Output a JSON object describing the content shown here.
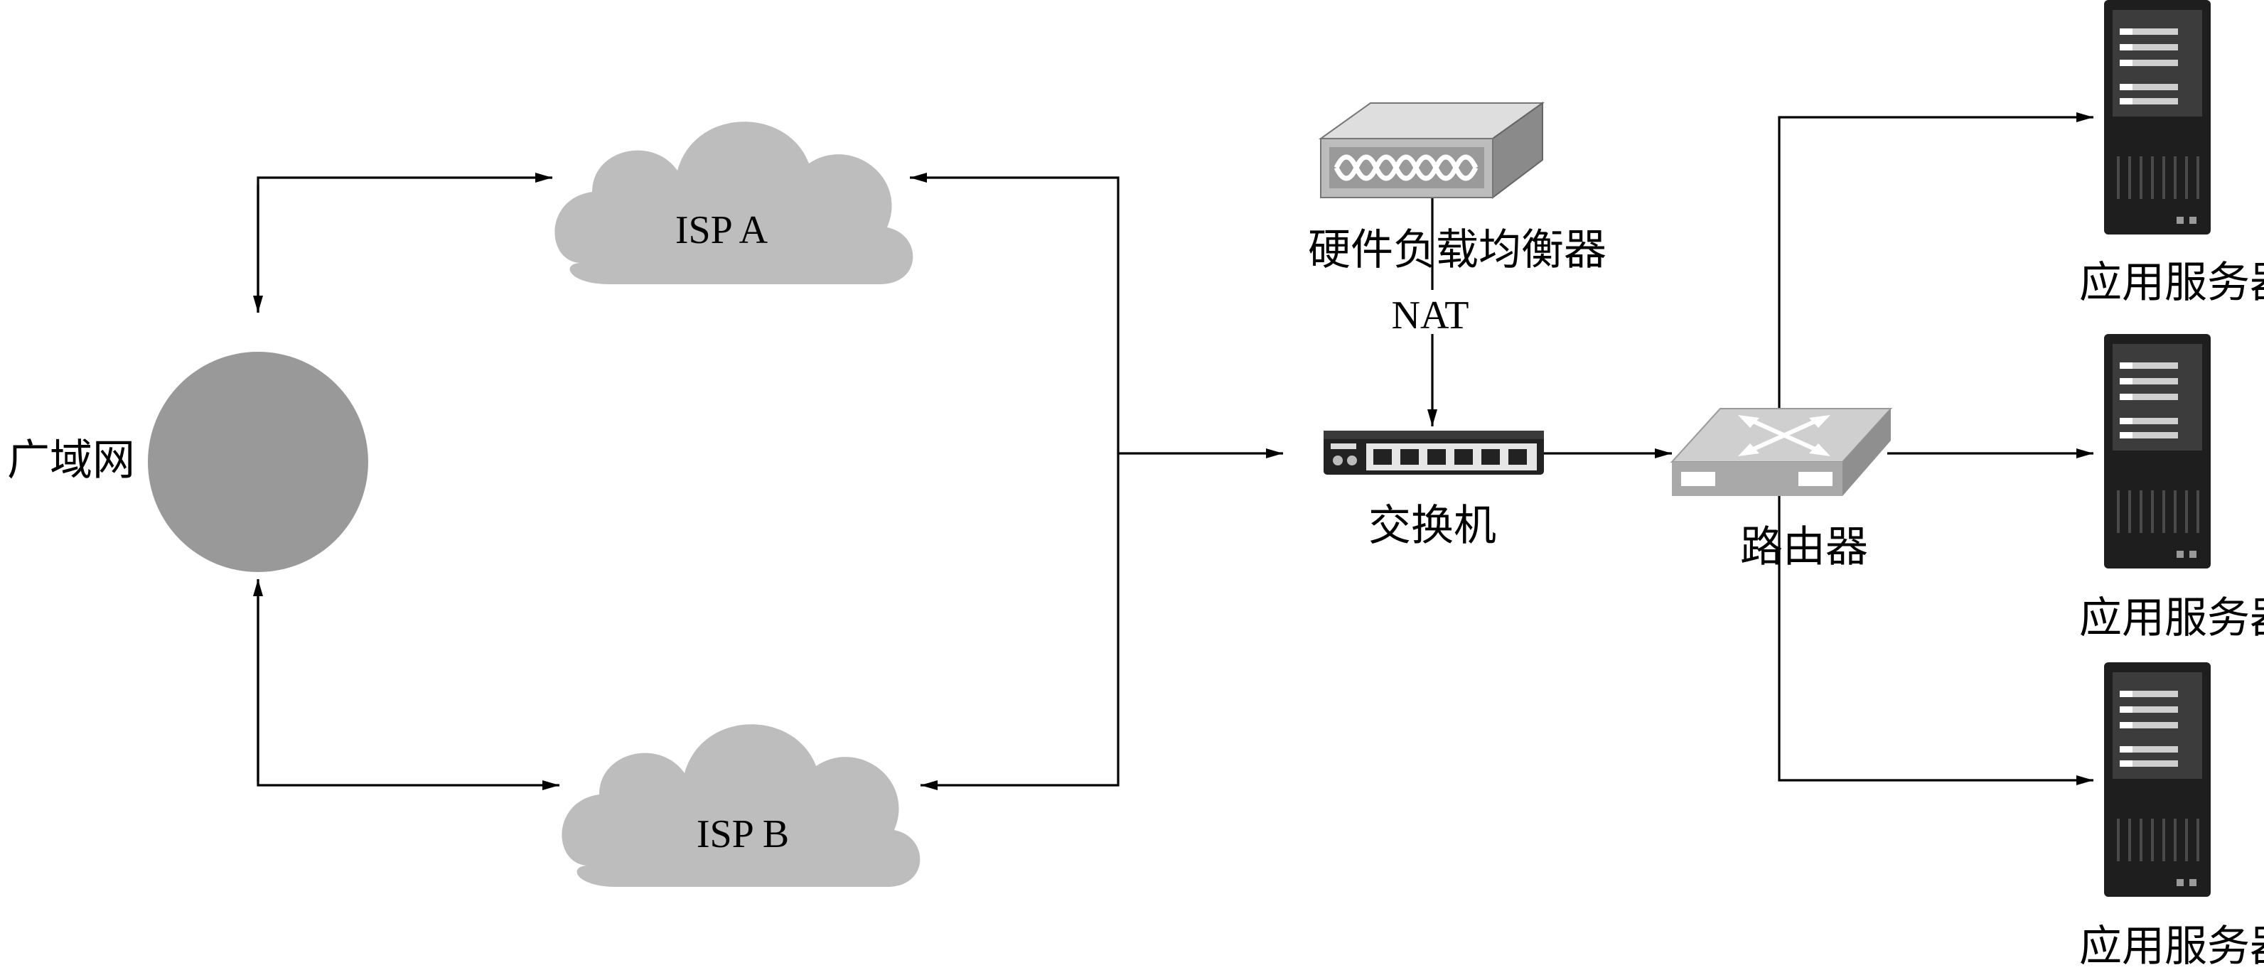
{
  "nodes": {
    "wan": {
      "label": "广域网"
    },
    "isp_a": {
      "label": "ISP A"
    },
    "isp_b": {
      "label": "ISP B"
    },
    "load_balancer": {
      "label": "硬件负载均衡器"
    },
    "nat": {
      "label": "NAT"
    },
    "switch": {
      "label": "交换机"
    },
    "router": {
      "label": "路由器"
    },
    "app_servers": [
      {
        "label": "应用服务器"
      },
      {
        "label": "应用服务器"
      },
      {
        "label": "应用服务器"
      }
    ]
  },
  "edges": [
    {
      "from": "wan",
      "to": "isp_a",
      "directed": "both"
    },
    {
      "from": "wan",
      "to": "isp_b",
      "directed": "both"
    },
    {
      "from": "switch",
      "to": "isp_a",
      "directed": "to"
    },
    {
      "from": "switch",
      "to": "isp_b",
      "directed": "to"
    },
    {
      "from": "isp_a",
      "to": "switch",
      "directed": "to"
    },
    {
      "from": "load_balancer",
      "to": "switch",
      "directed": "to",
      "label": "NAT"
    },
    {
      "from": "switch",
      "to": "router",
      "directed": "to"
    },
    {
      "from": "router",
      "to": "app_servers.0",
      "directed": "to"
    },
    {
      "from": "router",
      "to": "app_servers.1",
      "directed": "to"
    },
    {
      "from": "router",
      "to": "app_servers.2",
      "directed": "to"
    }
  ],
  "colors": {
    "wan_fill": "#999999",
    "cloud_fill": "#bdbdbd",
    "device_light": "#c8c8c8",
    "device_dark": "#2b2b2b",
    "line": "#000000"
  }
}
